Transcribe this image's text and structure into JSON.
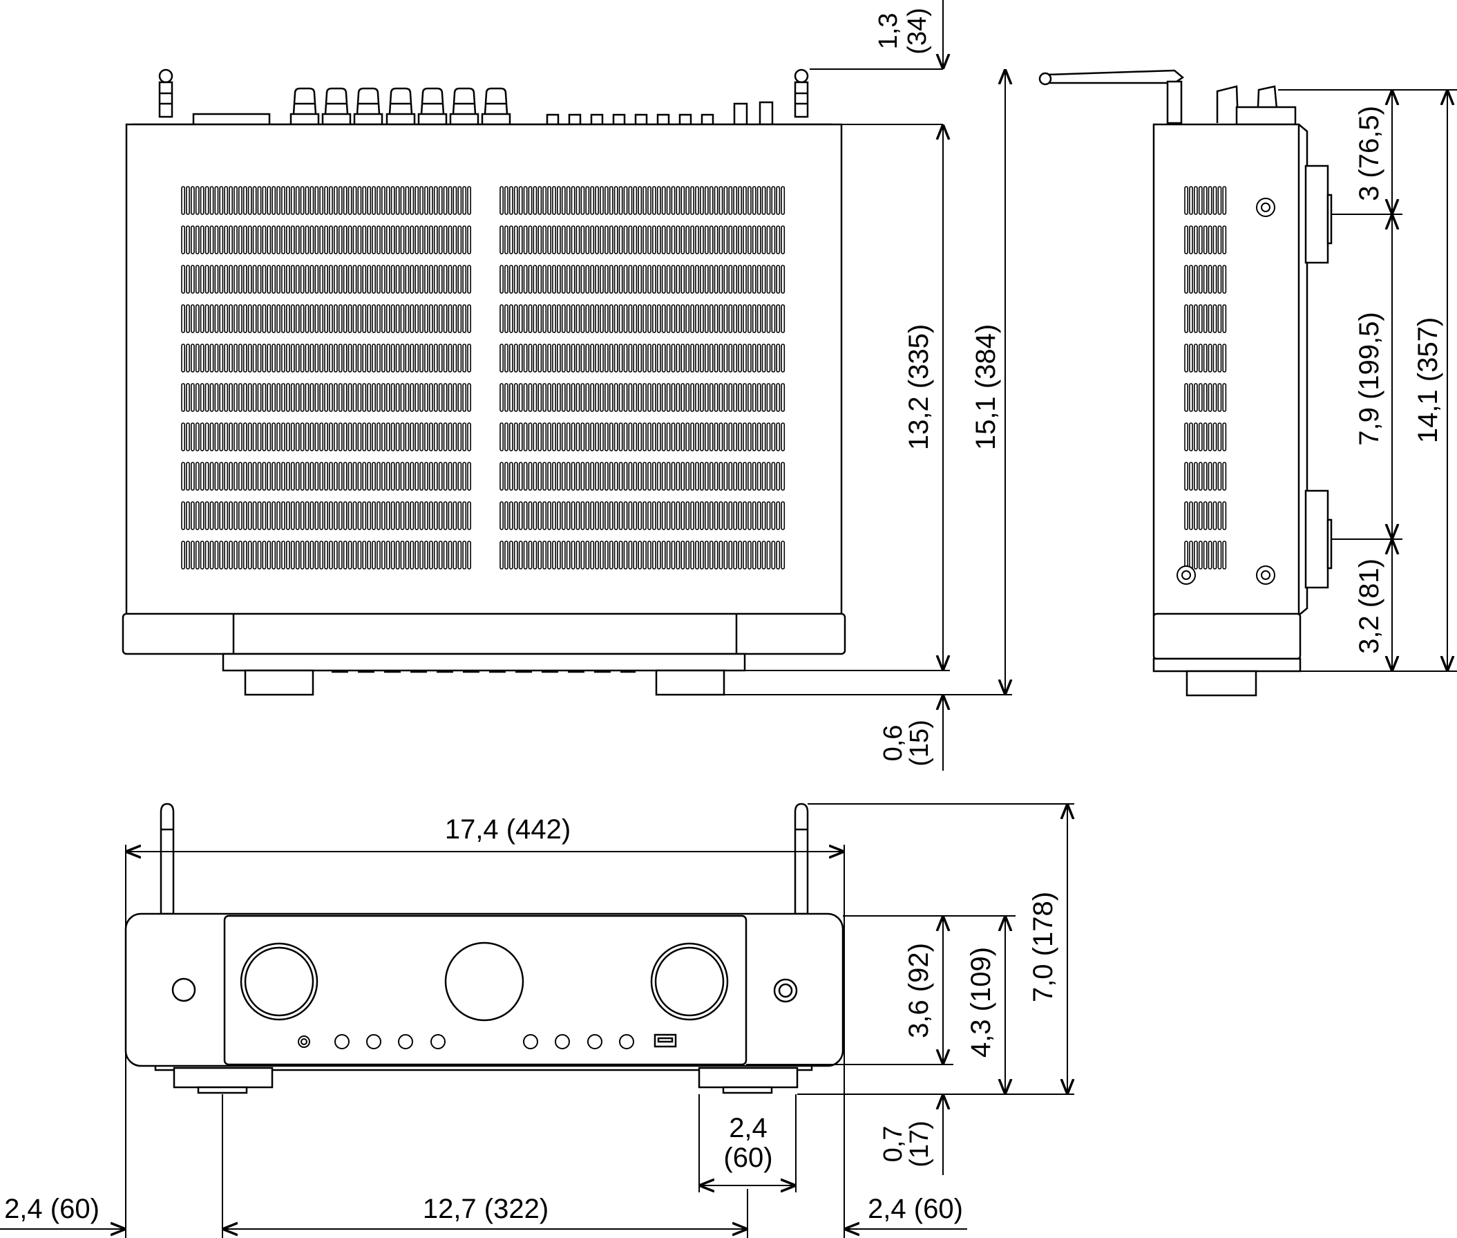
{
  "colors": {
    "line": "#000000",
    "background": "#ffffff"
  },
  "top_view": {
    "dims": {
      "antenna_above": {
        "value": "1,3",
        "mm": "(34)"
      },
      "body_depth": "13,2 (335)",
      "total_depth": "15,1 (384)",
      "feet_below": {
        "value": "0,6",
        "mm": "(15)"
      }
    }
  },
  "side_view": {
    "dims": {
      "upper": "3 (76,5)",
      "middle": "7,9 (199,5)",
      "lower": "3,2 (81)",
      "total": "14,1 (357)"
    }
  },
  "front_view": {
    "dims": {
      "width": "17,4 (442)",
      "panel_height": "3,6 (92)",
      "body_height": "4,3 (109)",
      "total_height": "7,0 (178)",
      "foot_height": {
        "value": "0,7",
        "mm": "(17)"
      },
      "foot_width": {
        "value": "2,4",
        "mm": "(60)"
      },
      "left_offset": "2,4 (60)",
      "foot_spacing": "12,7 (322)",
      "right_offset": "2,4 (60)"
    }
  }
}
